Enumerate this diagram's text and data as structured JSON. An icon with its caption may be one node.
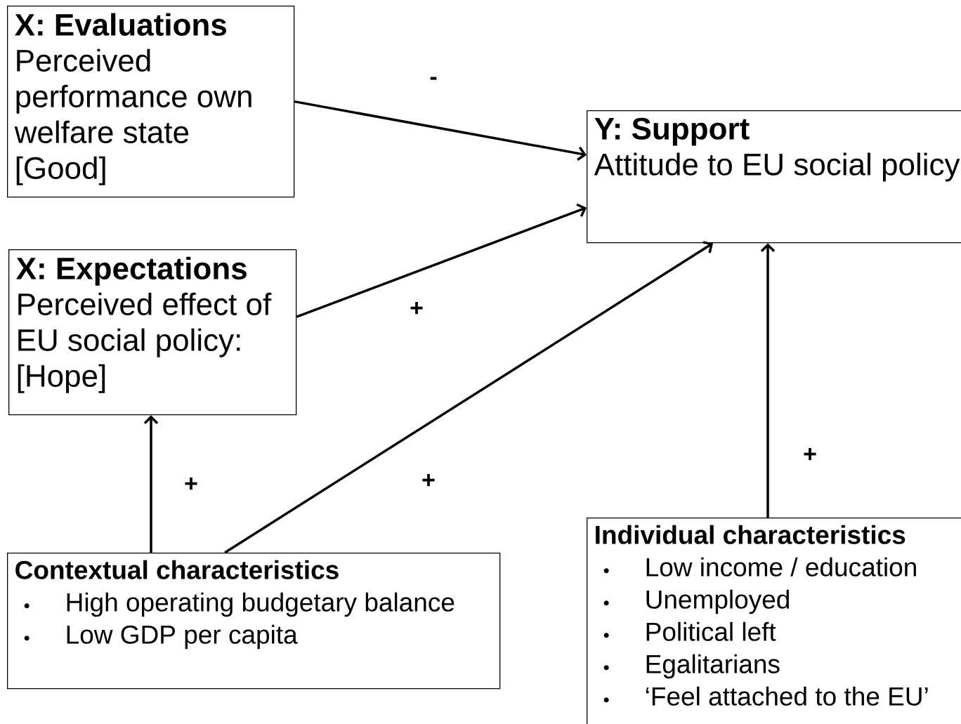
{
  "diagram": {
    "nodes": [
      {
        "text": [
          "X: Evaluations",
          "Perceived performance own welfare state [Good]"
        ]
      },
      {
        "text": [
          "Y: Support",
          "Attitude to EU social policy"
        ]
      },
      {
        "text": [
          "X: Expectations",
          "Perceived effect of EU social policy: [Hope]"
        ]
      },
      {
        "text": [
          "Contextual characteristics",
          "High operating budgetary balance",
          "Low GDP per capita"
        ]
      },
      {
        "text": [
          "Individual characteristics",
          "Low income / education",
          "Unemployed",
          "Political left",
          "Egalitarians",
          "‘Feel attached to the EU’"
        ]
      }
    ],
    "edges": [
      {
        "from": 0,
        "to": 1,
        "arrow": "to",
        "label": "-"
      },
      {
        "from": 2,
        "to": 1,
        "arrow": "to",
        "label": "+"
      },
      {
        "from": 3,
        "to": 2,
        "arrow": "to",
        "label": "+"
      },
      {
        "from": 3,
        "to": 1,
        "arrow": "to",
        "label": "+"
      },
      {
        "from": 4,
        "to": 1,
        "arrow": "to",
        "label": "+"
      }
    ]
  }
}
